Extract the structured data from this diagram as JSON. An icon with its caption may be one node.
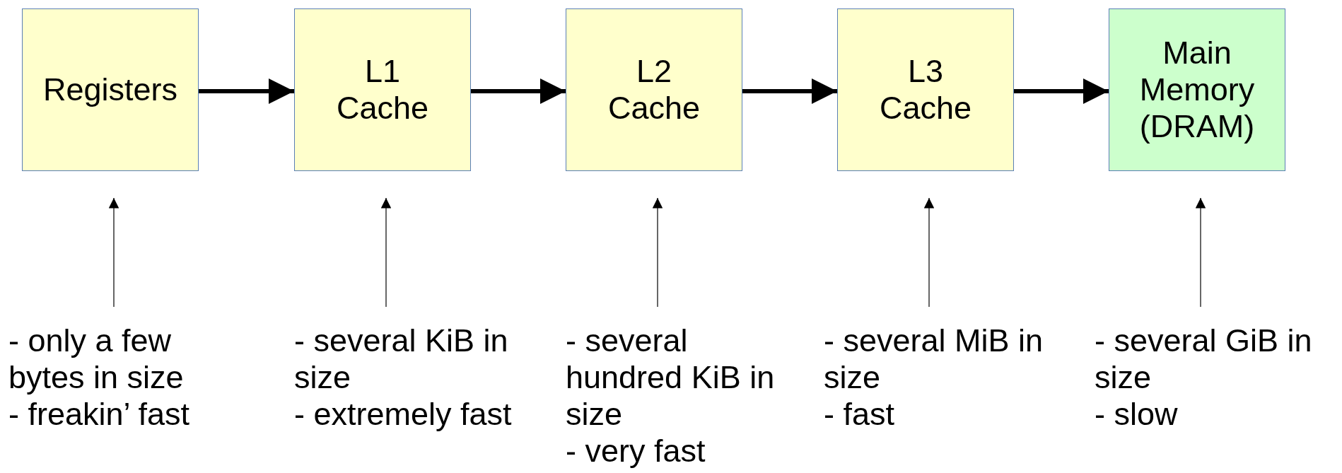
{
  "diagram": {
    "nodes": [
      {
        "text": [
          "Registers"
        ]
      },
      {
        "text": [
          "L1 Cache"
        ]
      },
      {
        "text": [
          "L2 Cache"
        ]
      },
      {
        "text": [
          "L3 Cache"
        ]
      },
      {
        "text": [
          "Main Memory (DRAM)"
        ]
      },
      {
        "text": [
          "- only a few bytes in size",
          "- freakin’ fast"
        ]
      },
      {
        "text": [
          "- several KiB in size",
          "- extremely fast"
        ]
      },
      {
        "text": [
          "- several hundred KiB in size",
          "- very fast"
        ]
      },
      {
        "text": [
          "- several MiB in size",
          "- fast"
        ]
      },
      {
        "text": [
          "- several GiB in size",
          "- slow"
        ]
      }
    ],
    "edges": [
      {
        "from": 0,
        "to": 1,
        "arrow": "to",
        "style": "thick"
      },
      {
        "from": 1,
        "to": 2,
        "arrow": "to",
        "style": "thick"
      },
      {
        "from": 2,
        "to": 3,
        "arrow": "to",
        "style": "thick"
      },
      {
        "from": 3,
        "to": 4,
        "arrow": "to",
        "style": "thick"
      },
      {
        "from": 5,
        "to": 0,
        "arrow": "to"
      },
      {
        "from": 6,
        "to": 1,
        "arrow": "to"
      },
      {
        "from": 7,
        "to": 2,
        "arrow": "to"
      },
      {
        "from": 8,
        "to": 3,
        "arrow": "to"
      },
      {
        "from": 9,
        "to": 4,
        "arrow": "to"
      }
    ]
  }
}
